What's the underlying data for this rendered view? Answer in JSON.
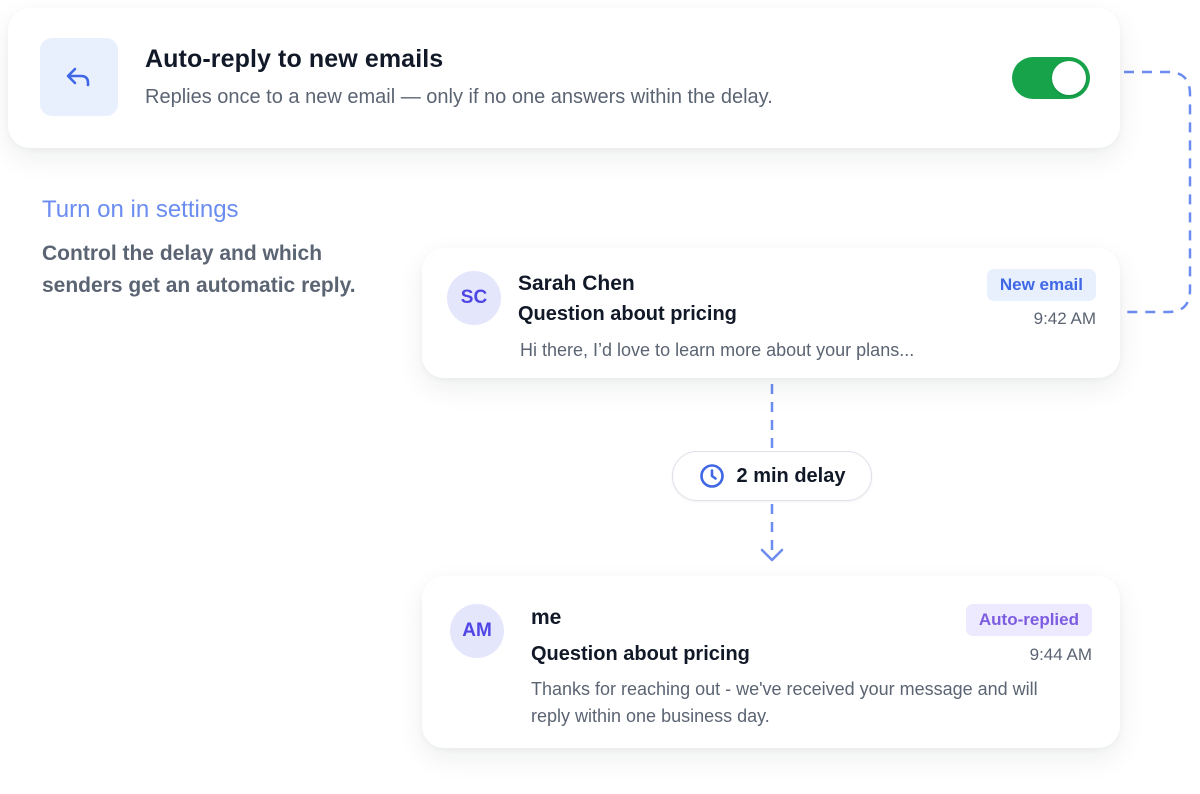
{
  "autoreply": {
    "title": "Auto-reply to new emails",
    "subtitle": "Replies once to a new email — only if no one answers within the delay.",
    "enabled": true,
    "icon": "reply-icon"
  },
  "settings": {
    "link_text": "Turn on in settings",
    "description": "Control the delay and which senders get an automatic reply."
  },
  "emails": [
    {
      "avatar_initials": "SC",
      "sender": "Sarah Chen",
      "subject": "Question about pricing",
      "preview": "Hi there, I’d love to learn more about your plans...",
      "badge": "New email",
      "time": "9:42 AM"
    },
    {
      "avatar_initials": "AM",
      "sender": "me",
      "subject": "Question about pricing",
      "preview": "Thanks for reaching out - we've received your message and will reply within one business day.",
      "badge": "Auto-replied",
      "time": "9:44 AM"
    }
  ],
  "delay": {
    "label": "2 min delay",
    "icon": "clock-icon"
  },
  "colors": {
    "toggle_on": "#16a34a",
    "accent_blue": "#3f67e6",
    "link_blue": "#6b8cf0",
    "connector": "#6b8cf0",
    "auto_replied_badge_bg": "#ede9fe",
    "auto_replied_badge_text": "#7c5ce0",
    "new_email_badge_bg": "#e8f0fe"
  }
}
